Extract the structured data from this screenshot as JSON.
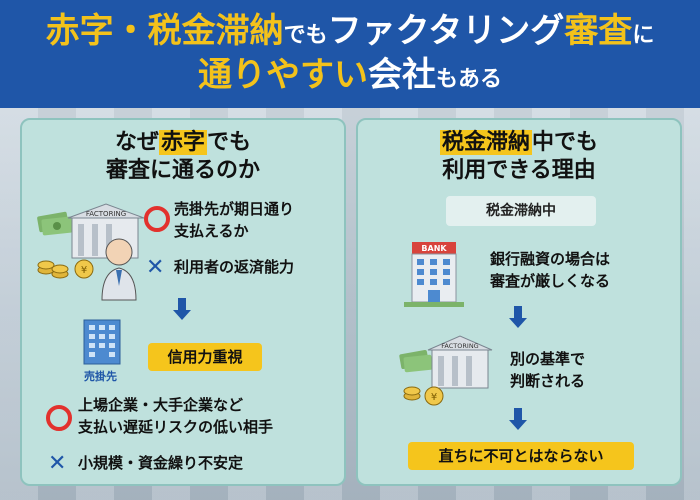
{
  "header": {
    "line1": {
      "a": "赤字・税金滞納",
      "b": "でも",
      "c": "ファクタリング",
      "d": "審査",
      "e": "に"
    },
    "line2": {
      "a": "通りやすい",
      "b": "会社",
      "c": "もある"
    }
  },
  "left": {
    "title_l1_pre": "なぜ",
    "title_l1_hl": "赤字",
    "title_l1_post": "でも",
    "title_l2": "審査に通るのか",
    "factoring_sign": "FACTORING",
    "item1": "売掛先が期日通り",
    "item1b": "支払えるか",
    "item2": "利用者の返済能力",
    "building_label": "売掛先",
    "credit_box": "信用力重視",
    "item3": "上場企業・大手企業など",
    "item3b": "支払い遅延リスクの低い相手",
    "item4": "小規模・資金繰り不安定"
  },
  "right": {
    "title_l1_hl": "税金滞納",
    "title_l1_post": "中でも",
    "title_l2": "利用できる理由",
    "tag": "税金滞納中",
    "bank_sign": "BANK",
    "text1": "銀行融資の場合は",
    "text1b": "審査が厳しくなる",
    "factoring_sign": "FACTORING",
    "text2": "別の基準で",
    "text2b": "判断される",
    "result_box": "直ちに不可とはならない"
  },
  "colors": {
    "accent_yellow": "#f5c51c",
    "header_blue": "#1f56a8",
    "panel_teal": "#bfe1dd",
    "circle_red": "#e2312d"
  }
}
